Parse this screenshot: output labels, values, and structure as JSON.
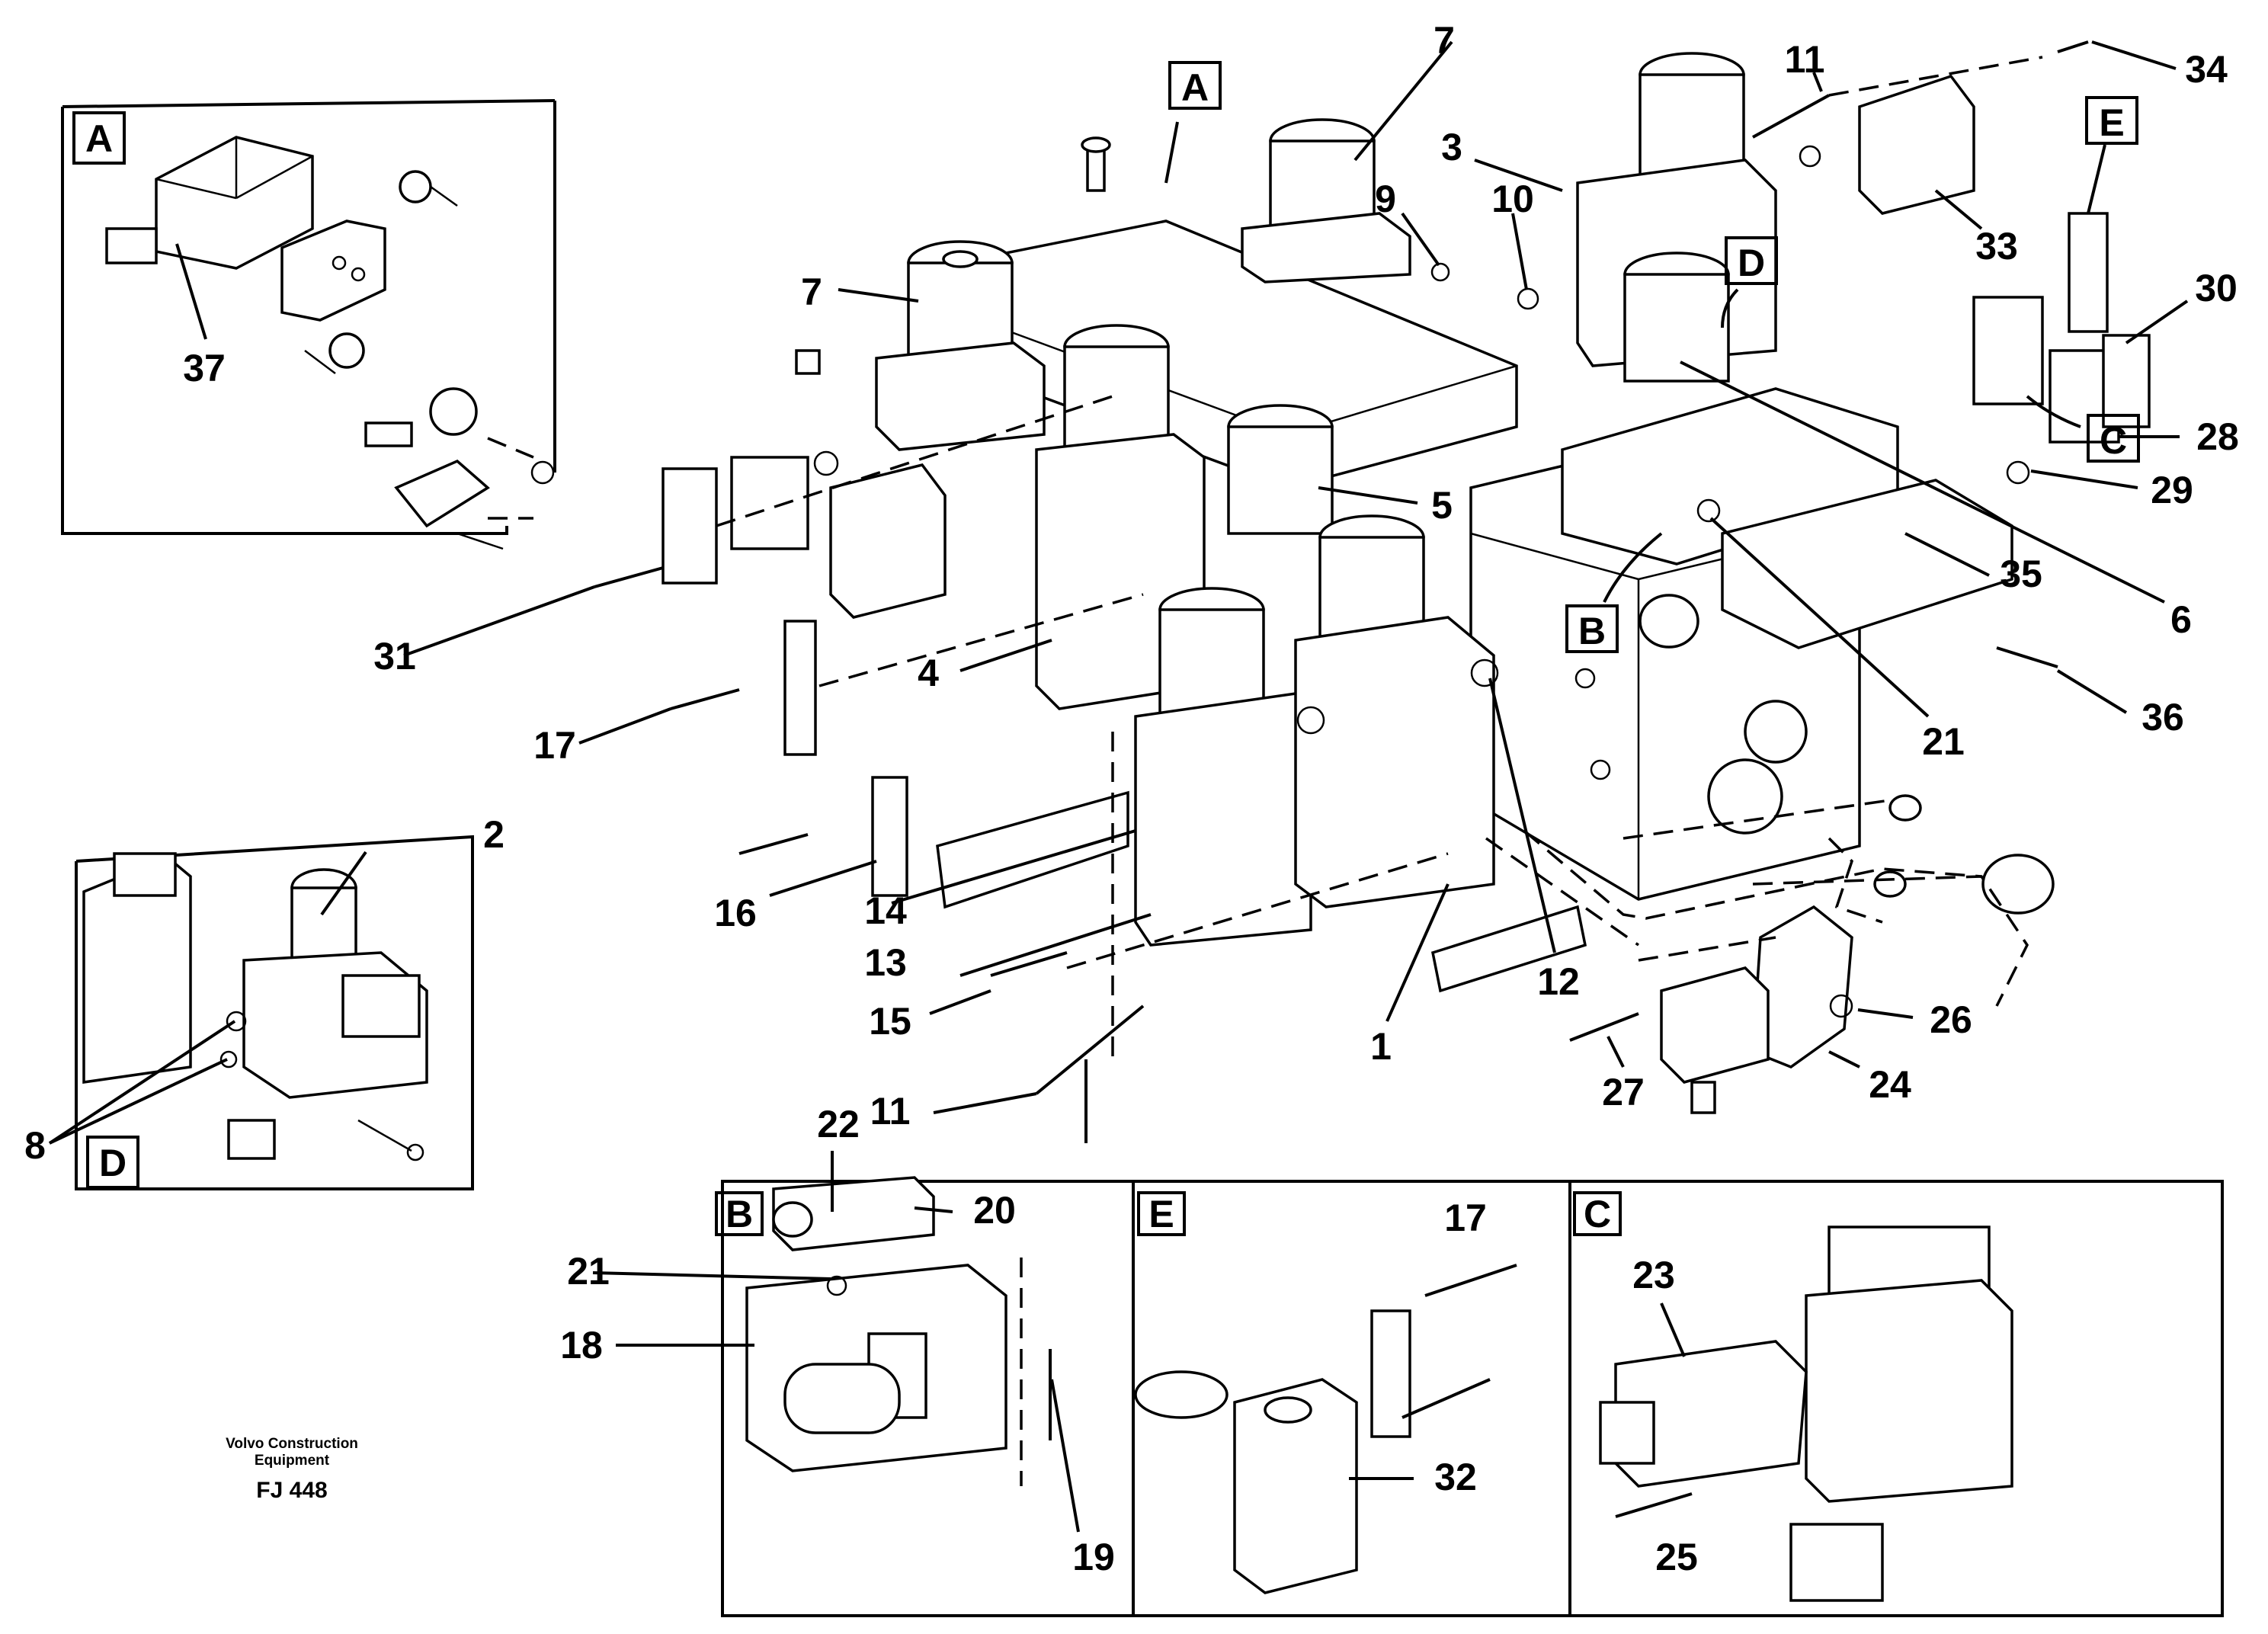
{
  "callouts": {
    "n1": "1",
    "n2": "2",
    "n3": "3",
    "n4": "4",
    "n5": "5",
    "n6": "6",
    "n7a": "7",
    "n7b": "7",
    "n8": "8",
    "n9": "9",
    "n10": "10",
    "n11a": "11",
    "n11b": "11",
    "n12": "12",
    "n13": "13",
    "n14": "14",
    "n15": "15",
    "n16": "16",
    "n17a": "17",
    "n17b": "17",
    "n18": "18",
    "n19": "19",
    "n20": "20",
    "n21a": "21",
    "n21b": "21",
    "n22": "22",
    "n23": "23",
    "n24": "24",
    "n25": "25",
    "n26": "26",
    "n27": "27",
    "n28": "28",
    "n29": "29",
    "n30": "30",
    "n31": "31",
    "n32": "32",
    "n33": "33",
    "n34": "34",
    "n35": "35",
    "n36": "36",
    "n37": "37"
  },
  "view_labels": {
    "a_main": "A",
    "a_inset": "A",
    "b_main": "B",
    "b_inset": "B",
    "c_main": "C",
    "c_inset": "C",
    "d_main": "D",
    "d_inset": "D",
    "e_main": "E",
    "e_inset": "E"
  },
  "footer": {
    "maker_line1": "Volvo Construction",
    "maker_line2": "Equipment",
    "code": "FJ 448"
  }
}
